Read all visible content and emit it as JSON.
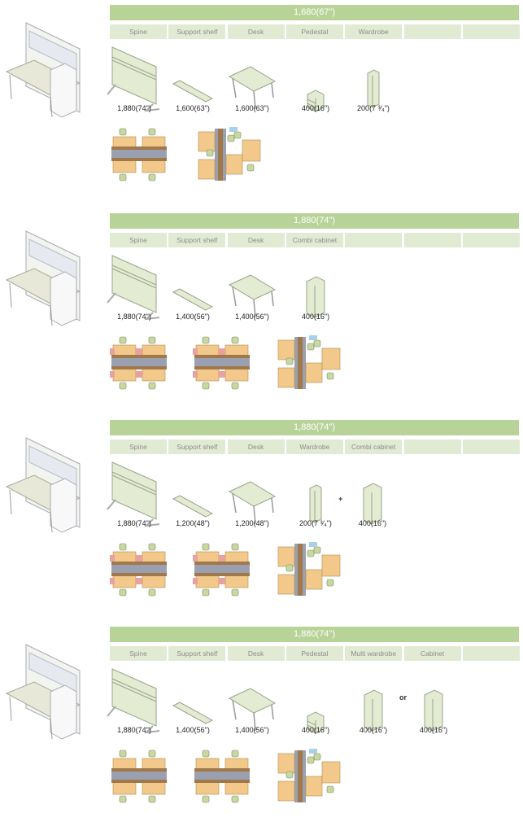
{
  "sections": [
    {
      "header": "1,680(67\")",
      "tabs": [
        "Spine",
        "Support shelf",
        "Desk",
        "Pedestal",
        "Wardrobe",
        "",
        ""
      ],
      "items": [
        {
          "type": "spine",
          "label": "1,880(74\")"
        },
        {
          "type": "shelf",
          "label": "1,600(63\")"
        },
        {
          "type": "desk",
          "label": "1,600(63\")"
        },
        {
          "type": "pedestal",
          "label": "400(16\")"
        },
        {
          "type": "wardrobe",
          "label": "200(7 ³⁄₄\")"
        }
      ],
      "conjunctions": [],
      "layouts": [
        "cluster4",
        "cluster-angled"
      ]
    },
    {
      "header": "1,880(74\")",
      "tabs": [
        "Spine",
        "Support shelf",
        "Desk",
        "Combi cabinet",
        "",
        "",
        ""
      ],
      "items": [
        {
          "type": "spine",
          "label": "1,880(74\")"
        },
        {
          "type": "shelf",
          "label": "1,400(56\")"
        },
        {
          "type": "desk",
          "label": "1,400(56\")"
        },
        {
          "type": "cabinet",
          "label": "400(16\")"
        }
      ],
      "conjunctions": [],
      "layouts": [
        "cluster4",
        "cluster4",
        "cluster-angled"
      ]
    },
    {
      "header": "1,880(74\")",
      "tabs": [
        "Spine",
        "Support shelf",
        "Desk",
        "Wardrobe",
        "Combi cabinet",
        "",
        ""
      ],
      "items": [
        {
          "type": "spine",
          "label": "1,880(74\")"
        },
        {
          "type": "shelf",
          "label": "1,200(48\")"
        },
        {
          "type": "desk",
          "label": "1,200(48\")"
        },
        {
          "type": "wardrobe",
          "label": "200(7 ³⁄₄\")"
        },
        {
          "type": "cabinet",
          "label": "400(16\")"
        }
      ],
      "conjunctions": [
        {
          "after": 3,
          "text": "+"
        }
      ],
      "layouts": [
        "cluster4",
        "cluster4",
        "cluster-angled"
      ]
    },
    {
      "header": "1,880(74\")",
      "tabs": [
        "Spine",
        "Support shelf",
        "Desk",
        "Pedestal",
        "Multi wardrobe",
        "Cabinet",
        ""
      ],
      "items": [
        {
          "type": "spine",
          "label": "1,880(74\")"
        },
        {
          "type": "shelf",
          "label": "1,400(56\")"
        },
        {
          "type": "desk",
          "label": "1,400(56\")"
        },
        {
          "type": "pedestal",
          "label": "400(16\")"
        },
        {
          "type": "cabinet",
          "label": "400(16\")"
        },
        {
          "type": "cabinet",
          "label": "400(16\")"
        }
      ],
      "conjunctions": [
        {
          "after": 4,
          "text": "or"
        }
      ],
      "layouts": [
        "cluster4",
        "cluster4",
        "cluster-angled"
      ]
    }
  ],
  "colors": {
    "header": "#b8d398",
    "tab": "#e1ebd4",
    "furniture": "#e3ebd3",
    "desk_top": "#f2c98a",
    "spine": "#a0784a",
    "chair": "#c8d8a0",
    "accent": "#e8a0a0"
  }
}
